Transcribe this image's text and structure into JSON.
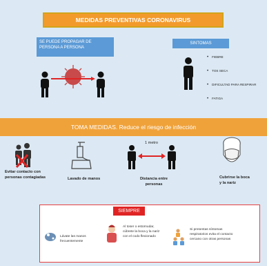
{
  "title": "MEDIDAS PREVENTIVAS CORONAVIRUS",
  "propagation": {
    "text": "SE PUEDE PROPAGAR DE PERSONA A PERSONA"
  },
  "symptoms": {
    "heading": "SINTOMAS",
    "items": [
      "FIEBRE",
      "TOS SECA",
      "DIFICULTAD PARA RESPIRAR",
      "FATIGA"
    ]
  },
  "measures": {
    "heading": "TOMA MEDIDAS. Reduce el riesgo de infección",
    "items": [
      {
        "label": "Evitar contacto con personas contagiadas",
        "icon": "avoid-contact-icon"
      },
      {
        "label": "Lavado de manos",
        "icon": "hand-wash-icon"
      },
      {
        "label": "Distancia entre personas",
        "icon": "distance-icon",
        "distance": "1 metro"
      },
      {
        "label": "Cubrirse la boca y la nariz",
        "icon": "mask-icon"
      }
    ]
  },
  "always": {
    "heading": "SIEMPRE",
    "tips": [
      {
        "text": "Lávate las manos frecuentemente",
        "icon": "wash-hands-icon"
      },
      {
        "text": "Al toser o estornudar, cúbrete la boca y la nariz con el codo flexionado",
        "icon": "sneeze-icon"
      },
      {
        "text": "Si presentas síntomas respiratorios evita el contacto cercano con otras personas",
        "icon": "people-icon"
      }
    ]
  },
  "colors": {
    "orange": "#f0a23a",
    "blue": "#5b9ad6",
    "red": "#e02424",
    "background": "#dce9f4"
  }
}
